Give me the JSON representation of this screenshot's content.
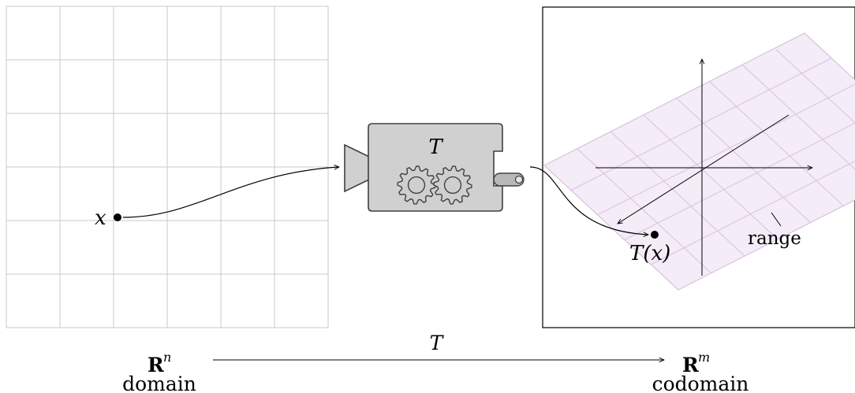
{
  "domain_panel": {
    "point_label": "x",
    "space_symbol": "R",
    "space_exponent": "n",
    "caption": "domain"
  },
  "machine": {
    "label": "T",
    "icon": "gears-icon"
  },
  "codomain_panel": {
    "image_label": "T(x)",
    "range_label": "range",
    "space_symbol": "R",
    "space_exponent": "m",
    "caption": "codomain"
  },
  "bottom_arrow": {
    "label": "T"
  },
  "colors": {
    "grid": "#c8c8c8",
    "machine_fill": "#d0d0d0",
    "machine_stroke": "#404040",
    "range_fill": "#f4ecf6",
    "range_stroke": "#dcbfe2"
  }
}
